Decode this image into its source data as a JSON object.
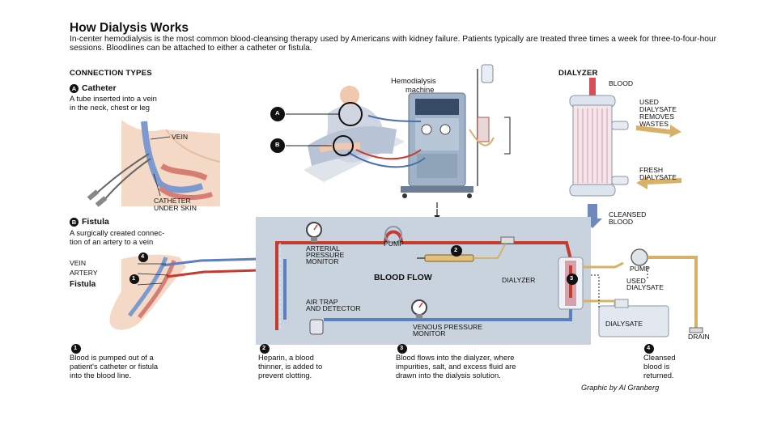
{
  "title": "How Dialysis Works",
  "intro": "In-center hemodialysis is the most common blood-cleansing therapy used by Americans with kidney failure. Patients typically are treated three times a week for three-to-four-hour sessions. Bloodlines can be attached to either a catheter or fistula.",
  "connection_types": {
    "heading": "CONNECTION TYPES",
    "catheter": {
      "badge": "A",
      "title": "Catheter",
      "desc_line1": "A tube inserted into a vein",
      "desc_line2": "in the neck, chest or leg",
      "vein_label": "VEIN",
      "catheter_label_line1": "CATHETER",
      "catheter_label_line2": "UNDER SKIN"
    },
    "fistula": {
      "badge": "B",
      "title": "Fistula",
      "desc_line1": "A surgically created connec-",
      "desc_line2": "tion of an artery to a vein",
      "vein_label": "VEIN",
      "artery_label": "ARTERY",
      "fistula_label": "Fistula",
      "num_vein": "4",
      "num_artery": "1"
    }
  },
  "machine": {
    "label_line1": "Hemodialysis",
    "label_line2": "machine",
    "callout_a": "A",
    "callout_b": "B"
  },
  "dialyzer_detail": {
    "heading": "DIALYZER",
    "blood": "BLOOD",
    "used_line1": "USED",
    "used_line2": "DIALYSATE",
    "used_line3": "REMOVES",
    "used_line4": "WASTES",
    "fresh_line1": "FRESH",
    "fresh_line2": "DIALYSATE",
    "cleansed_line1": "CLEANSED",
    "cleansed_line2": "BLOOD"
  },
  "blood_flow": {
    "title": "BLOOD FLOW",
    "arterial_line1": "ARTERIAL",
    "arterial_line2": "PRESSURE",
    "arterial_line3": "MONITOR",
    "pump": "PUMP",
    "heparin_num": "2",
    "dialyzer": "DIALYZER",
    "dialyzer_num": "3",
    "air_trap_line1": "AIR TRAP",
    "air_trap_line2": "AND DETECTOR",
    "venous_line1": "VENOUS PRESSURE",
    "venous_line2": "MONITOR",
    "pump2": "PUMP",
    "used_dialysate_line1": "USED",
    "used_dialysate_line2": "DIALYSATE",
    "dialysate": "DIALYSATE",
    "drain": "DRAIN"
  },
  "steps": [
    {
      "num": "1",
      "line1": "Blood is pumped out of a",
      "line2": "patient's catheter or fistula",
      "line3": "into the blood line."
    },
    {
      "num": "2",
      "line1": "Heparin, a blood",
      "line2": "thinner, is added to",
      "line3": "prevent clotting."
    },
    {
      "num": "3",
      "line1": "Blood flows into the dialyzer, where",
      "line2": "impurities, salt, and excess fluid are",
      "line3": "drawn into the dialysis solution."
    },
    {
      "num": "4",
      "line1": "Cleansed",
      "line2": "blood is",
      "line3": "returned."
    }
  ],
  "credit": "Graphic by Al Granberg",
  "colors": {
    "blood_red": "#c8392e",
    "vein_blue": "#4a6fb0",
    "panel_bg": "#c9d3dd",
    "dialysate_tan": "#d8b169"
  }
}
